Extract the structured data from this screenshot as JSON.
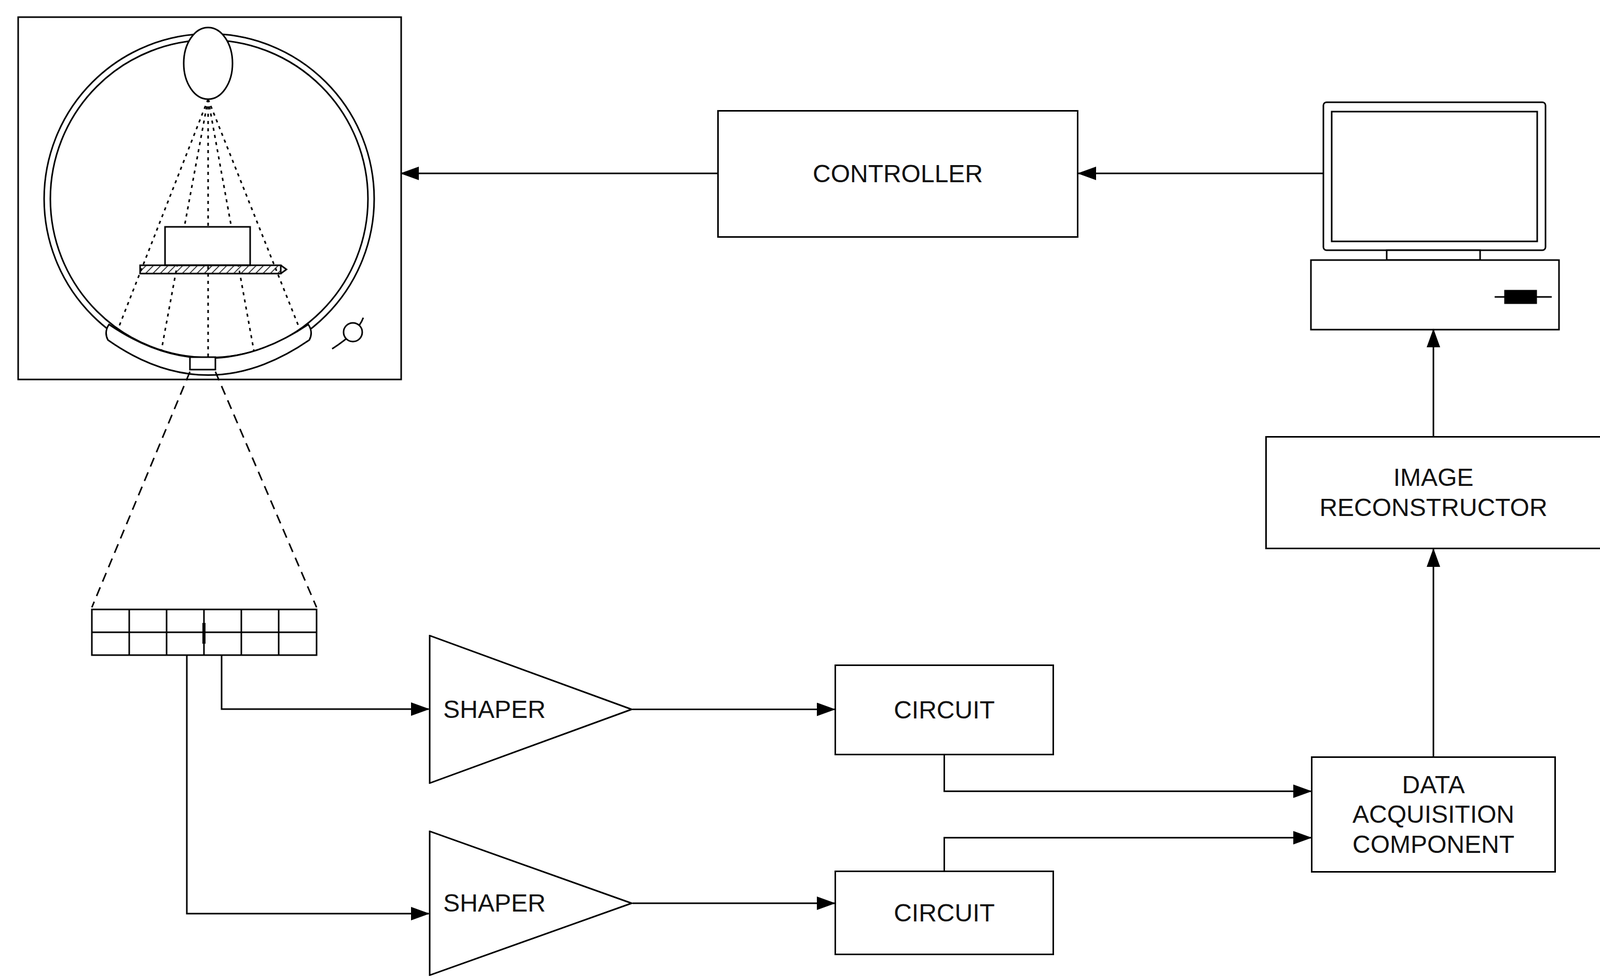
{
  "diagram": {
    "nodes": [
      {
        "text": [
          "CONTROLLER"
        ]
      },
      {
        "text": [
          "IMAGE RECONSTRUCTOR"
        ]
      },
      {
        "text": [
          "SHAPER"
        ]
      },
      {
        "text": [
          "CIRCUIT"
        ]
      },
      {
        "text": [
          "DATA ACQUISITION COMPONENT"
        ]
      },
      {
        "text": [
          "SHAPER"
        ]
      },
      {
        "text": [
          "CIRCUIT"
        ]
      }
    ],
    "edges": [
      {
        "from": 2,
        "to": 3,
        "arrow": "to"
      },
      {
        "from": 3,
        "to": 4,
        "arrow": "to"
      },
      {
        "from": 5,
        "to": 6,
        "arrow": "to"
      },
      {
        "from": 6,
        "to": 4,
        "arrow": "to"
      },
      {
        "from": 4,
        "to": 1,
        "arrow": "to"
      }
    ]
  }
}
